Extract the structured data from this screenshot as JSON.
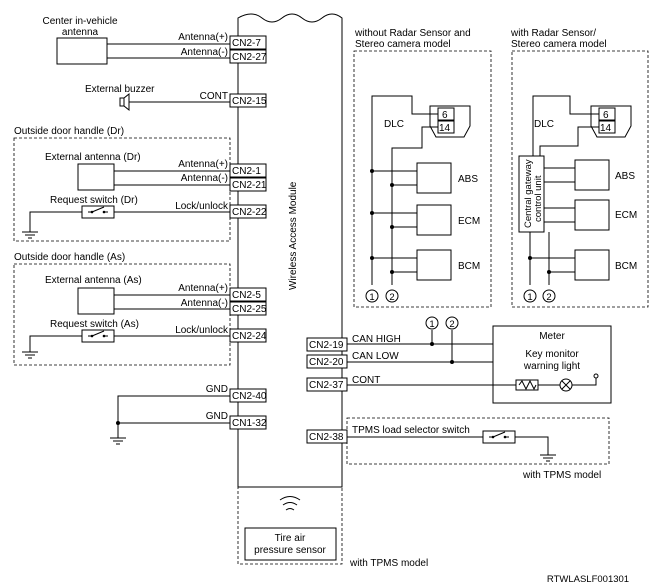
{
  "module": {
    "title": "Wireless Access Module"
  },
  "connectors": {
    "cn2_7": "CN2-7",
    "cn2_27": "CN2-27",
    "cn2_15": "CN2-15",
    "cn2_1": "CN2-1",
    "cn2_21": "CN2-21",
    "cn2_22": "CN2-22",
    "cn2_5": "CN2-5",
    "cn2_25": "CN2-25",
    "cn2_24": "CN2-24",
    "cn2_40": "CN2-40",
    "cn1_32": "CN1-32",
    "cn2_19": "CN2-19",
    "cn2_20": "CN2-20",
    "cn2_37": "CN2-37",
    "cn2_38": "CN2-38"
  },
  "left": {
    "center_antenna_line1": "Center in-vehicle",
    "center_antenna_line2": "antenna",
    "antenna_plus": "Antenna(+)",
    "antenna_minus": "Antenna(-)",
    "external_buzzer": "External buzzer",
    "cont": "CONT",
    "door_dr": "Outside door handle (Dr)",
    "ext_antenna_dr": "External antenna (Dr)",
    "request_switch_dr": "Request switch (Dr)",
    "lock_unlock": "Lock/unlock",
    "door_as": "Outside door handle (As)",
    "ext_antenna_as": "External antenna (As)",
    "request_switch_as": "Request switch (As)",
    "gnd": "GND"
  },
  "right": {
    "without_title_line1": "without Radar Sensor and",
    "without_title_line2": "Stereo camera model",
    "with_title_line1": "with Radar Sensor/",
    "with_title_line2": "Stereo camera model",
    "dlc": "DLC",
    "pin6": "6",
    "pin14": "14",
    "abs": "ABS",
    "ecm": "ECM",
    "bcm": "BCM",
    "gateway_line1": "Central gateway",
    "gateway_line2": "control unit",
    "marker1": "1",
    "marker2": "2",
    "can_high": "CAN HIGH",
    "can_low": "CAN LOW",
    "cont": "CONT",
    "meter": "Meter",
    "key_monitor_line1": "Key monitor",
    "key_monitor_line2": "warning light",
    "tpms_switch": "TPMS load selector switch",
    "with_tpms": "with TPMS model"
  },
  "bottom": {
    "tire_sensor_line1": "Tire air",
    "tire_sensor_line2": "pressure sensor",
    "with_tpms": "with TPMS model",
    "ref_code": "RTWLASLF001301"
  }
}
